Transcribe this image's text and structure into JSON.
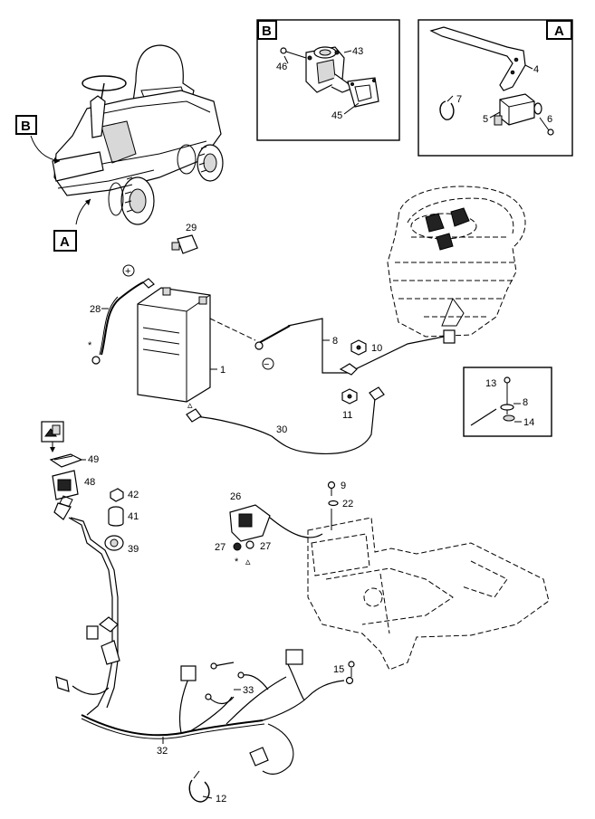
{
  "callouts": {
    "box_a_label": "A",
    "box_b_label": "B",
    "ref_a_label": "A",
    "ref_b_label": "B"
  },
  "part_numbers": {
    "p1": "1",
    "p4": "4",
    "p5": "5",
    "p6": "6",
    "p7": "7",
    "p8": "8",
    "p8b": "8",
    "p9": "9",
    "p10": "10",
    "p11": "11",
    "p12": "12",
    "p13": "13",
    "p14": "14",
    "p15": "15",
    "p22": "22",
    "p26": "26",
    "p27a": "27",
    "p27b": "27",
    "p28": "28",
    "p29": "29",
    "p30": "30",
    "p32": "32",
    "p33": "33",
    "p39": "39",
    "p41": "41",
    "p42": "42",
    "p43": "43",
    "p45": "45",
    "p46": "46",
    "p48": "48",
    "p49": "49"
  },
  "symbols": {
    "plus": "+",
    "minus": "−",
    "triangle": "▵",
    "asterisk": "*"
  }
}
